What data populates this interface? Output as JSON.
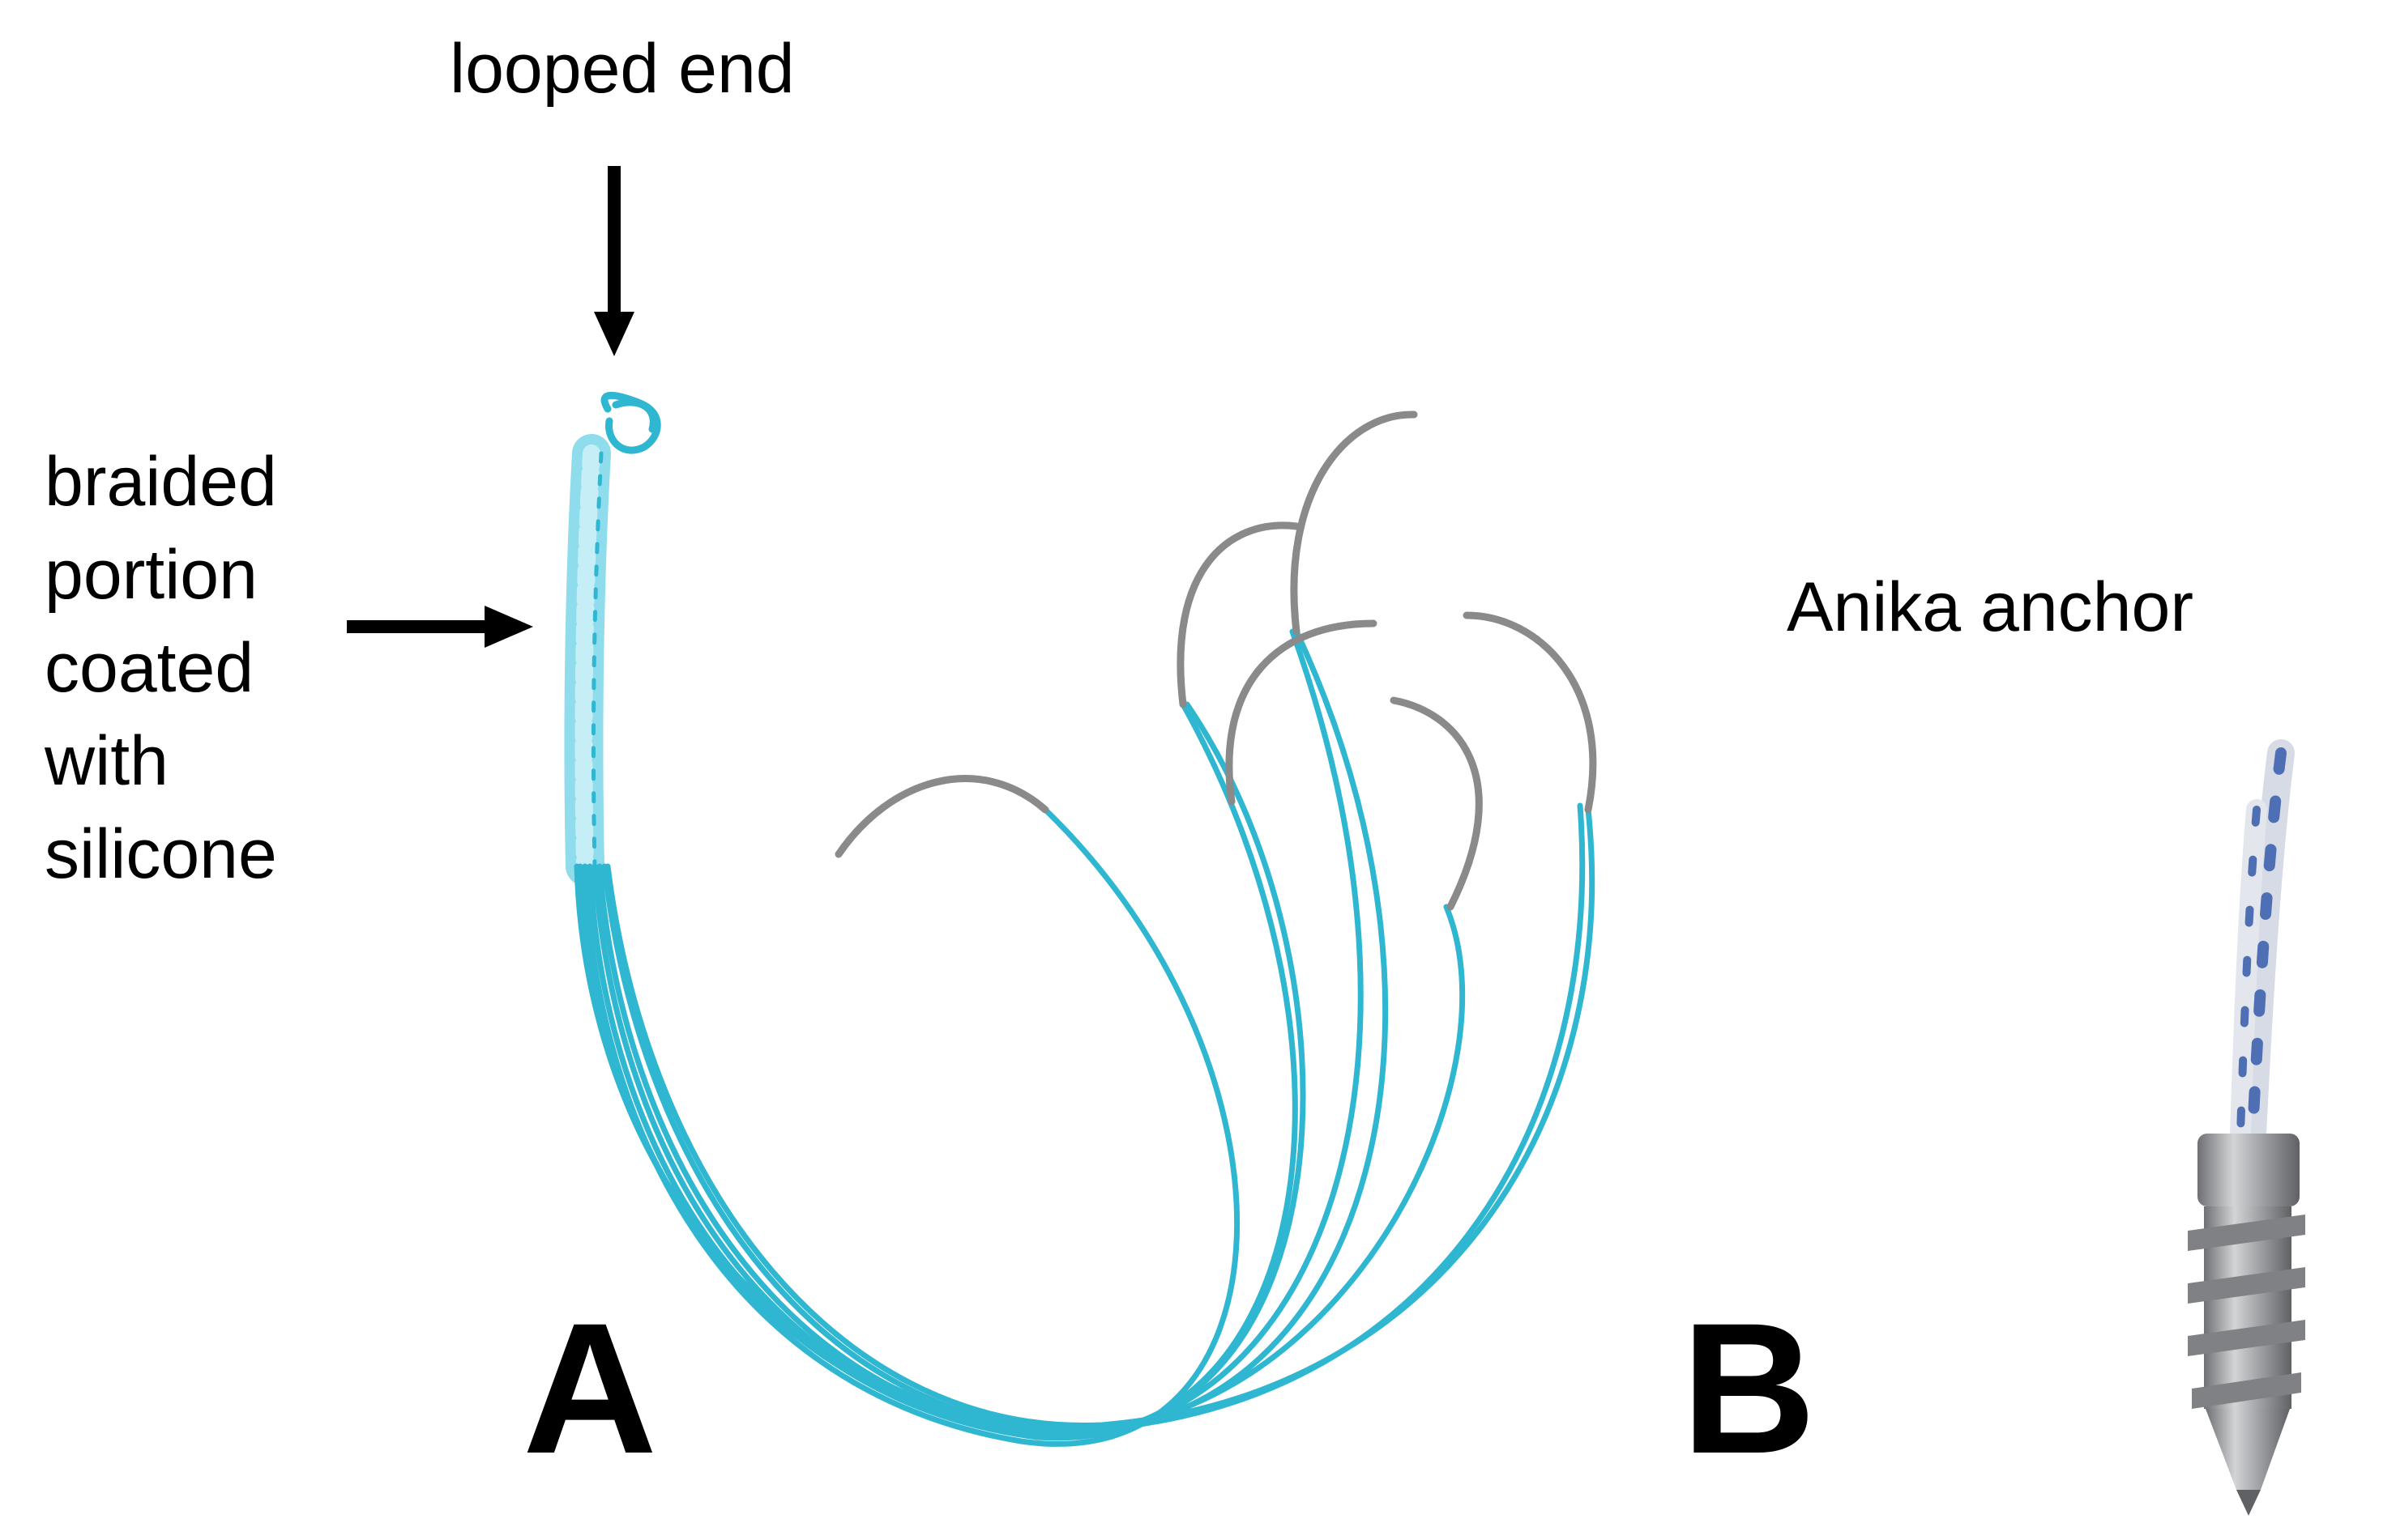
{
  "labels": {
    "looped_end": "looped end",
    "braided_lines": [
      "braided",
      "portion",
      "coated",
      "with",
      "silicone"
    ],
    "anika_anchor": "Anika anchor",
    "panel_a": "A",
    "panel_b": "B"
  },
  "colors": {
    "suture": "#2fb7d2",
    "suture_light": "#8fdcec",
    "needle": "#8a8a8a",
    "anchor_metal": "#a5a7aa",
    "anchor_thread_blue": "#4f6fb5",
    "arrow": "#000000",
    "background": "#ffffff"
  }
}
